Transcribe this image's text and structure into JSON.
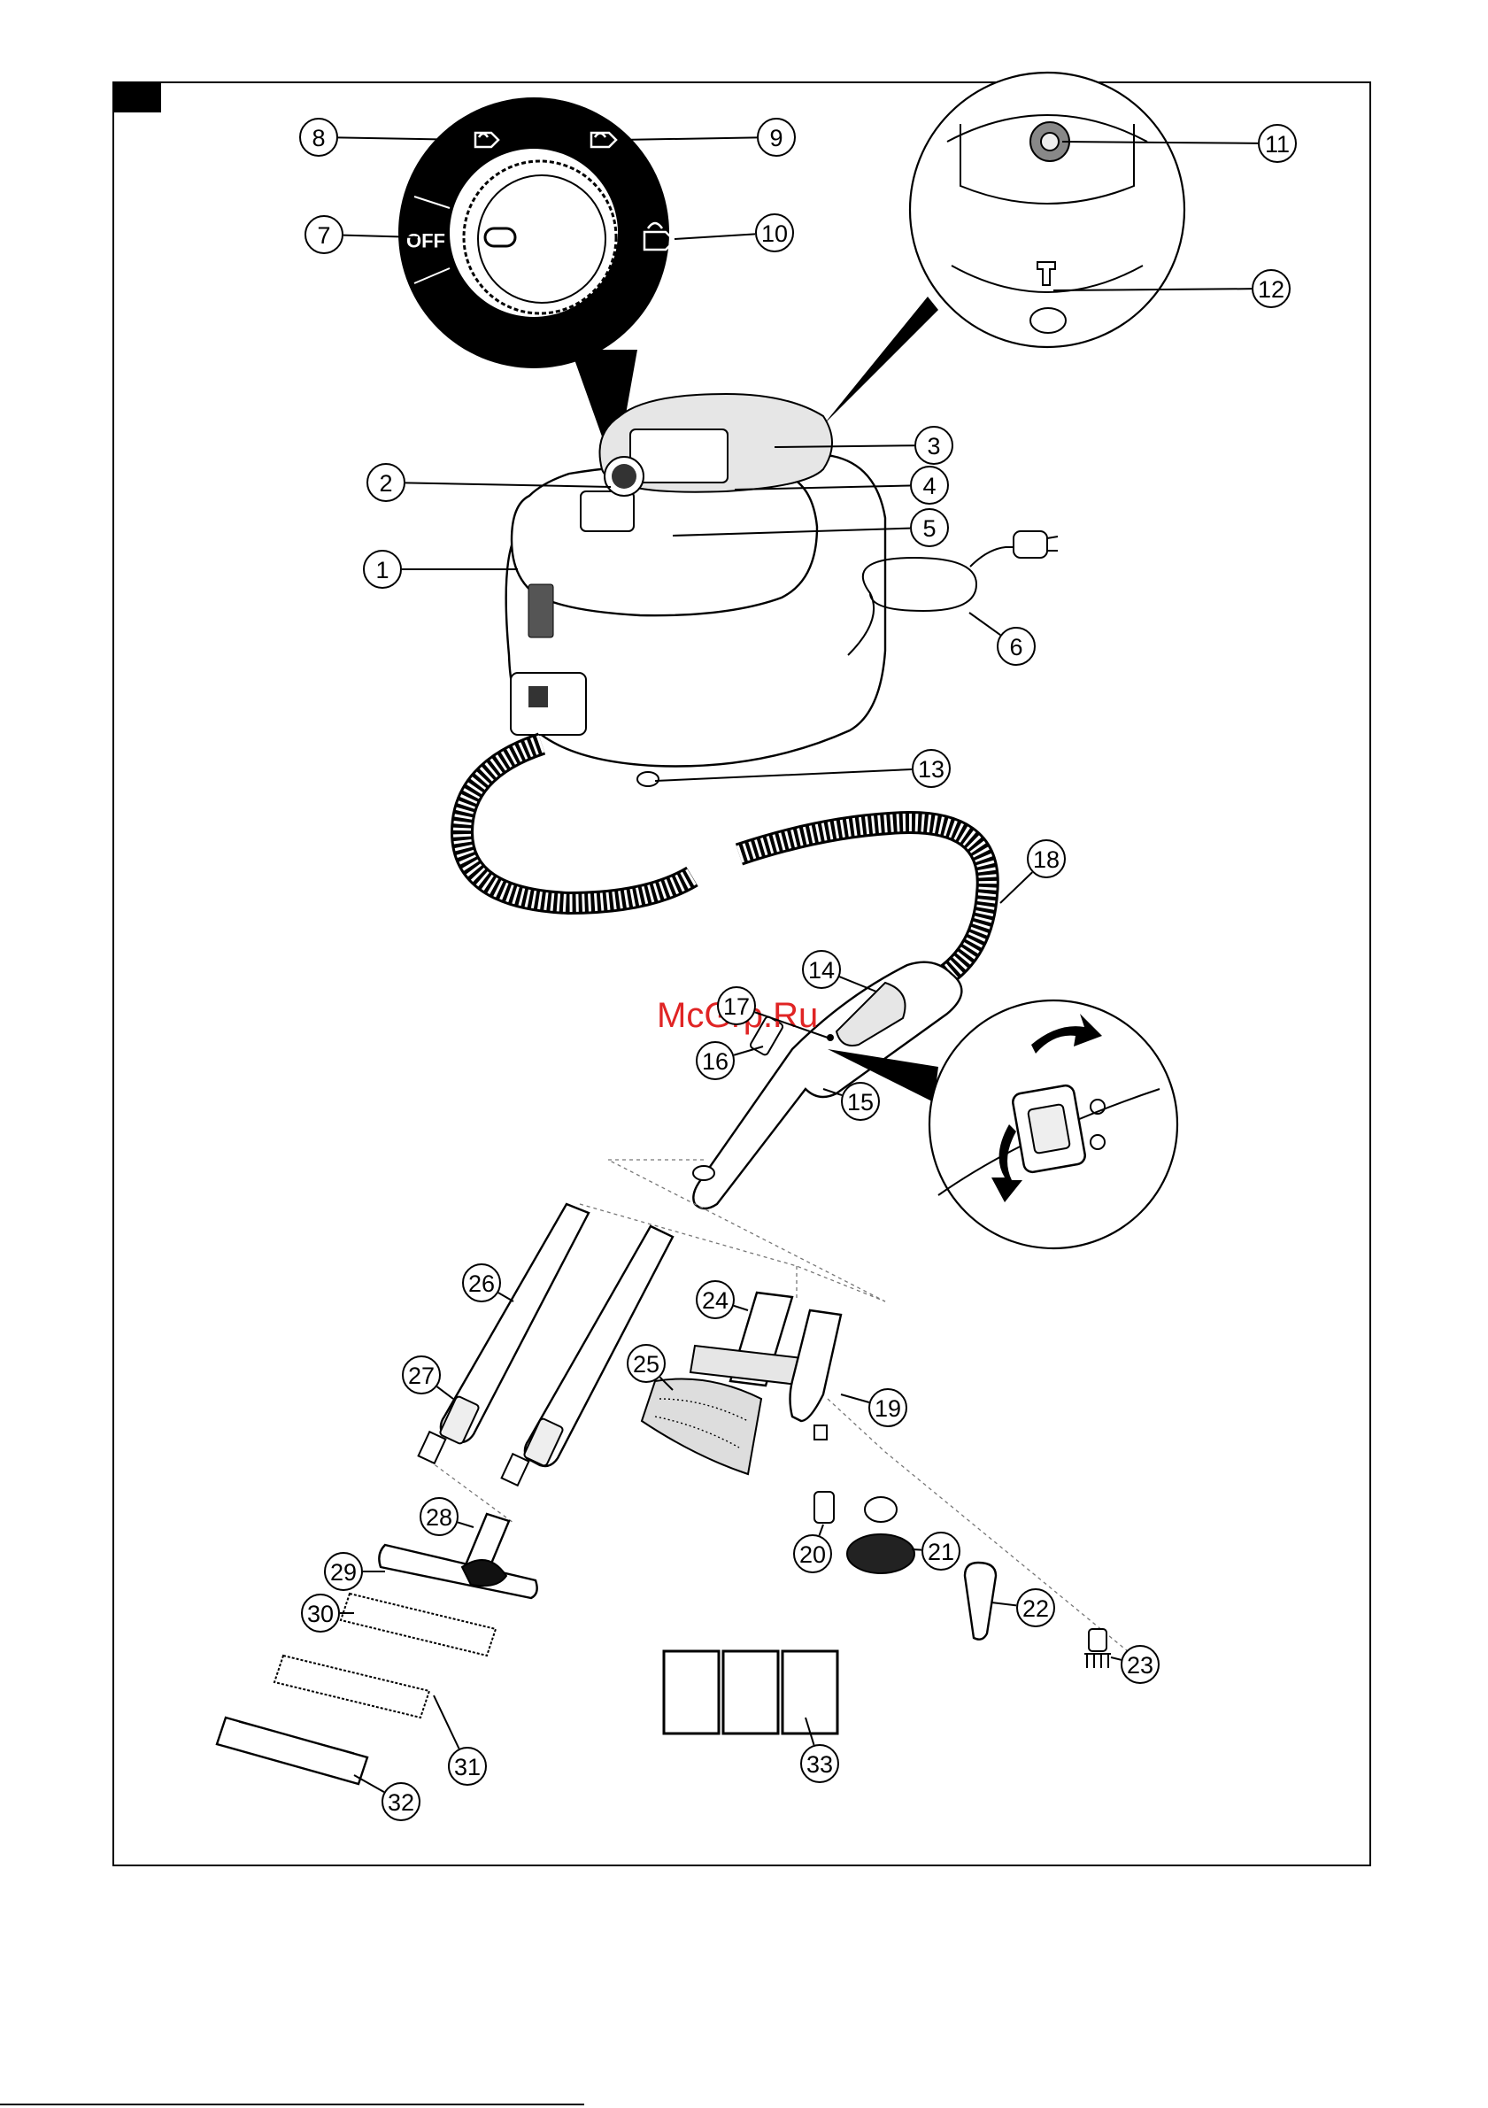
{
  "figure": {
    "off_label": "OFF",
    "watermark": "McGrp.Ru",
    "callouts": [
      "1",
      "2",
      "3",
      "4",
      "5",
      "6",
      "7",
      "8",
      "9",
      "10",
      "11",
      "12",
      "13",
      "14",
      "15",
      "16",
      "17",
      "18",
      "19",
      "20",
      "21",
      "22",
      "23",
      "24",
      "25",
      "26",
      "27",
      "28",
      "29",
      "30",
      "31",
      "32",
      "33"
    ]
  }
}
